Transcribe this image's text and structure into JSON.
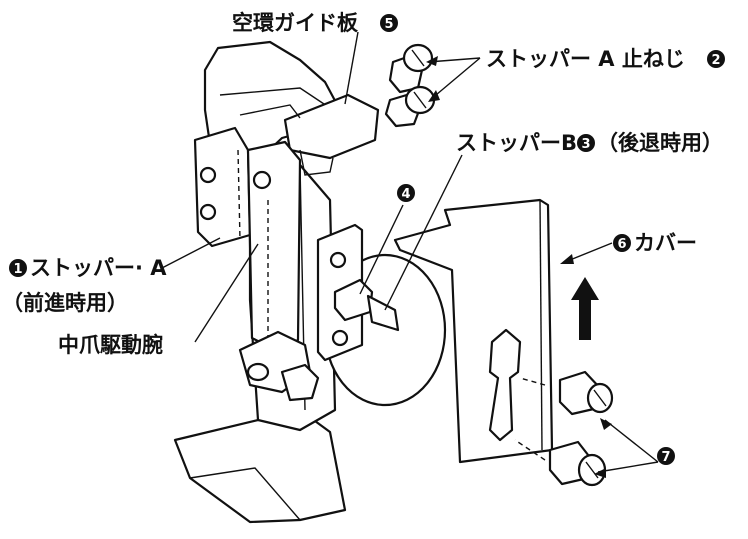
{
  "labels": {
    "guide_plate": {
      "text": "空環ガイド板",
      "num": "5"
    },
    "stopper_a_screw": {
      "text": "ストッパー A 止ねじ",
      "num": "2"
    },
    "stopper_b": {
      "text_before": "ストッパーB",
      "num": "3",
      "text_after": "（後退時用）"
    },
    "part_4": {
      "num": "4"
    },
    "cover": {
      "num": "6",
      "text": "カバー"
    },
    "stopper_a": {
      "num": "1",
      "text": "ストッパー· A"
    },
    "stopper_a_note": {
      "text": "（前進時用）"
    },
    "feed_arm": {
      "text": "中爪駆動腕"
    },
    "part_7": {
      "num": "7"
    }
  }
}
